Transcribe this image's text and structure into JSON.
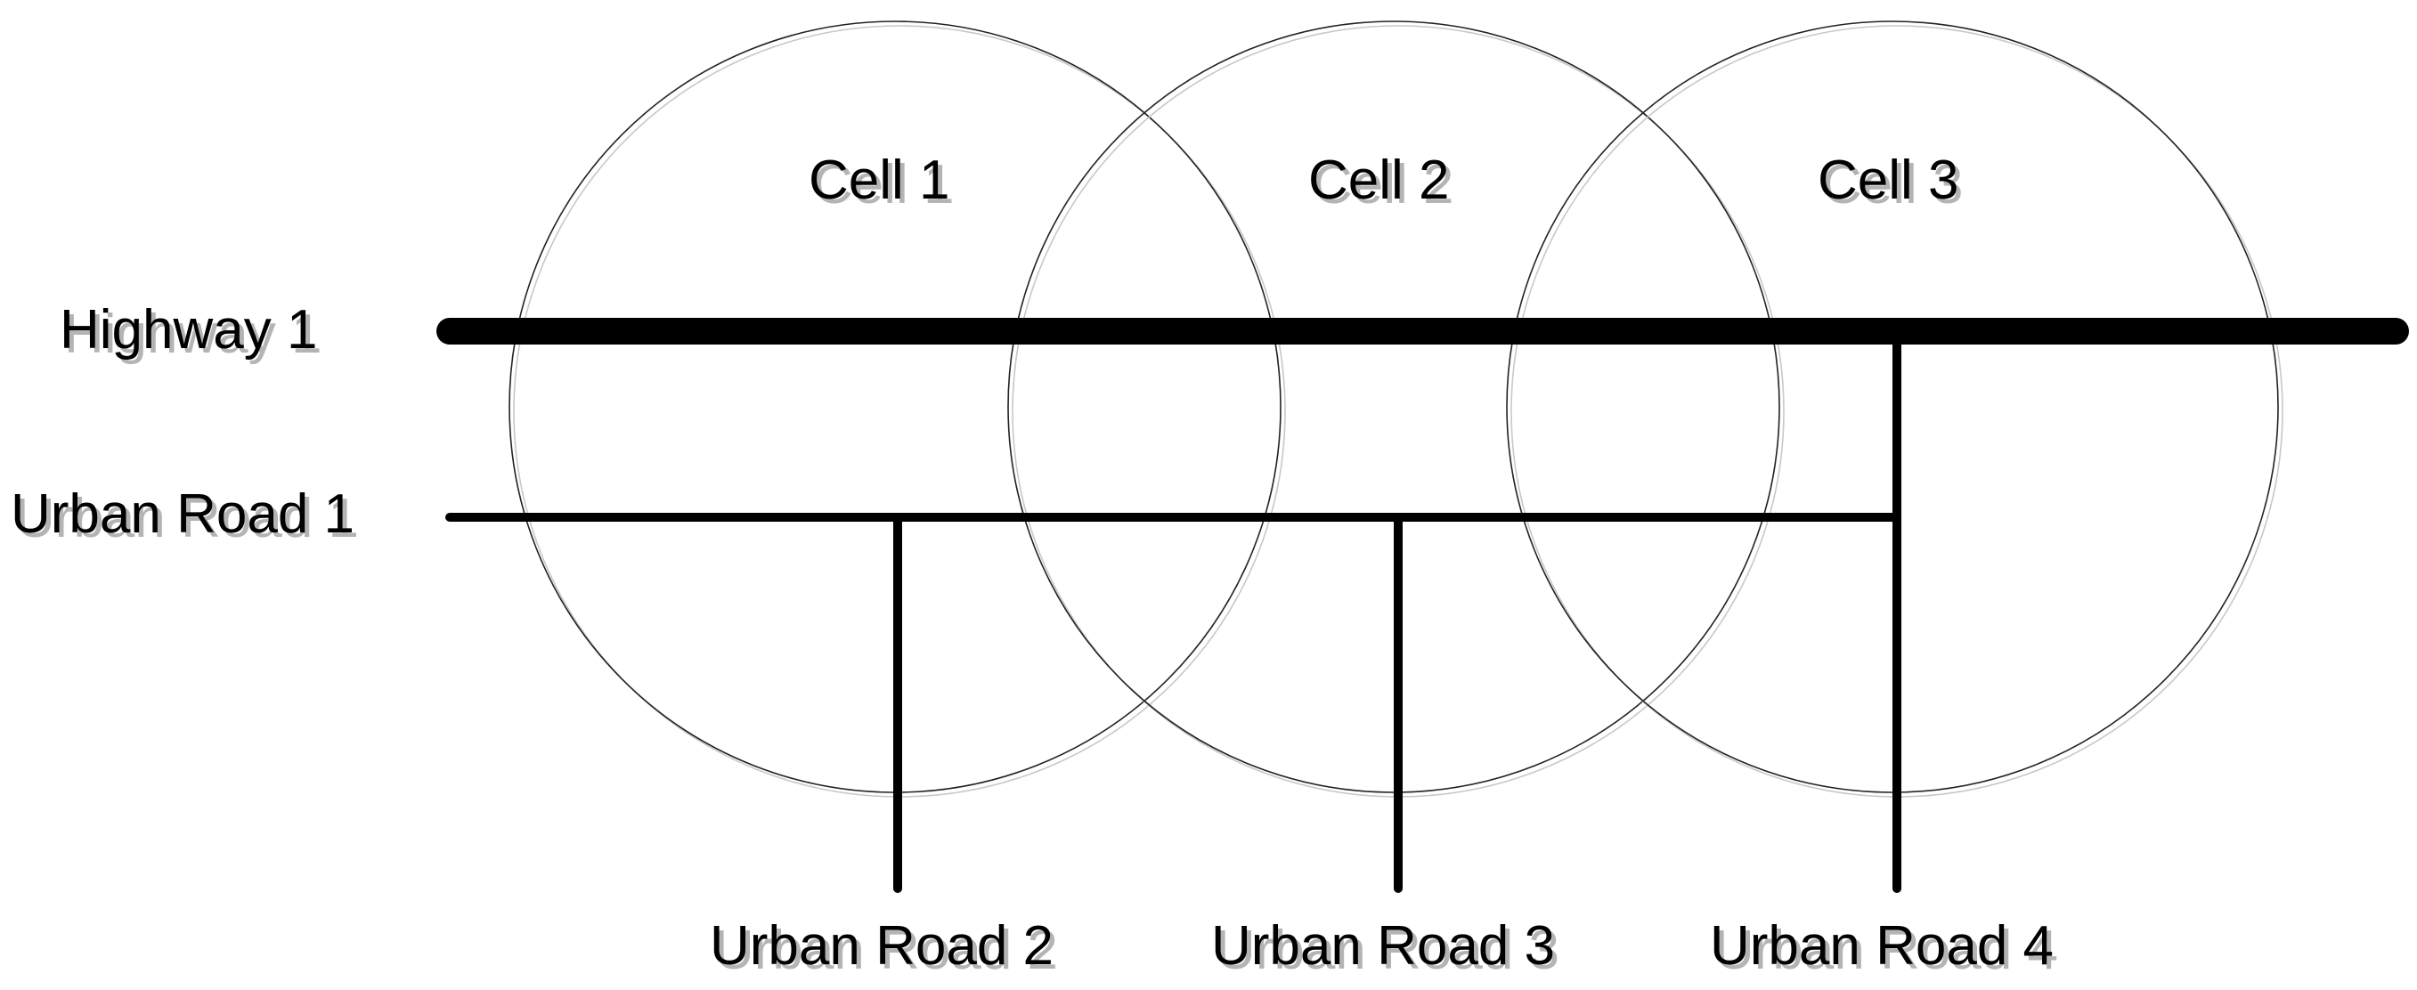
{
  "cells": [
    {
      "label": "Cell 1"
    },
    {
      "label": "Cell 2"
    },
    {
      "label": "Cell 3"
    }
  ],
  "roads": {
    "highway_1": "Highway 1",
    "urban_road_1": "Urban Road 1",
    "urban_road_2": "Urban Road 2",
    "urban_road_3": "Urban Road 3",
    "urban_road_4": "Urban Road 4"
  },
  "colors": {
    "line": "#000000",
    "circle": "#222222",
    "label_shadow": "#b4b4b4",
    "background": "#ffffff"
  }
}
